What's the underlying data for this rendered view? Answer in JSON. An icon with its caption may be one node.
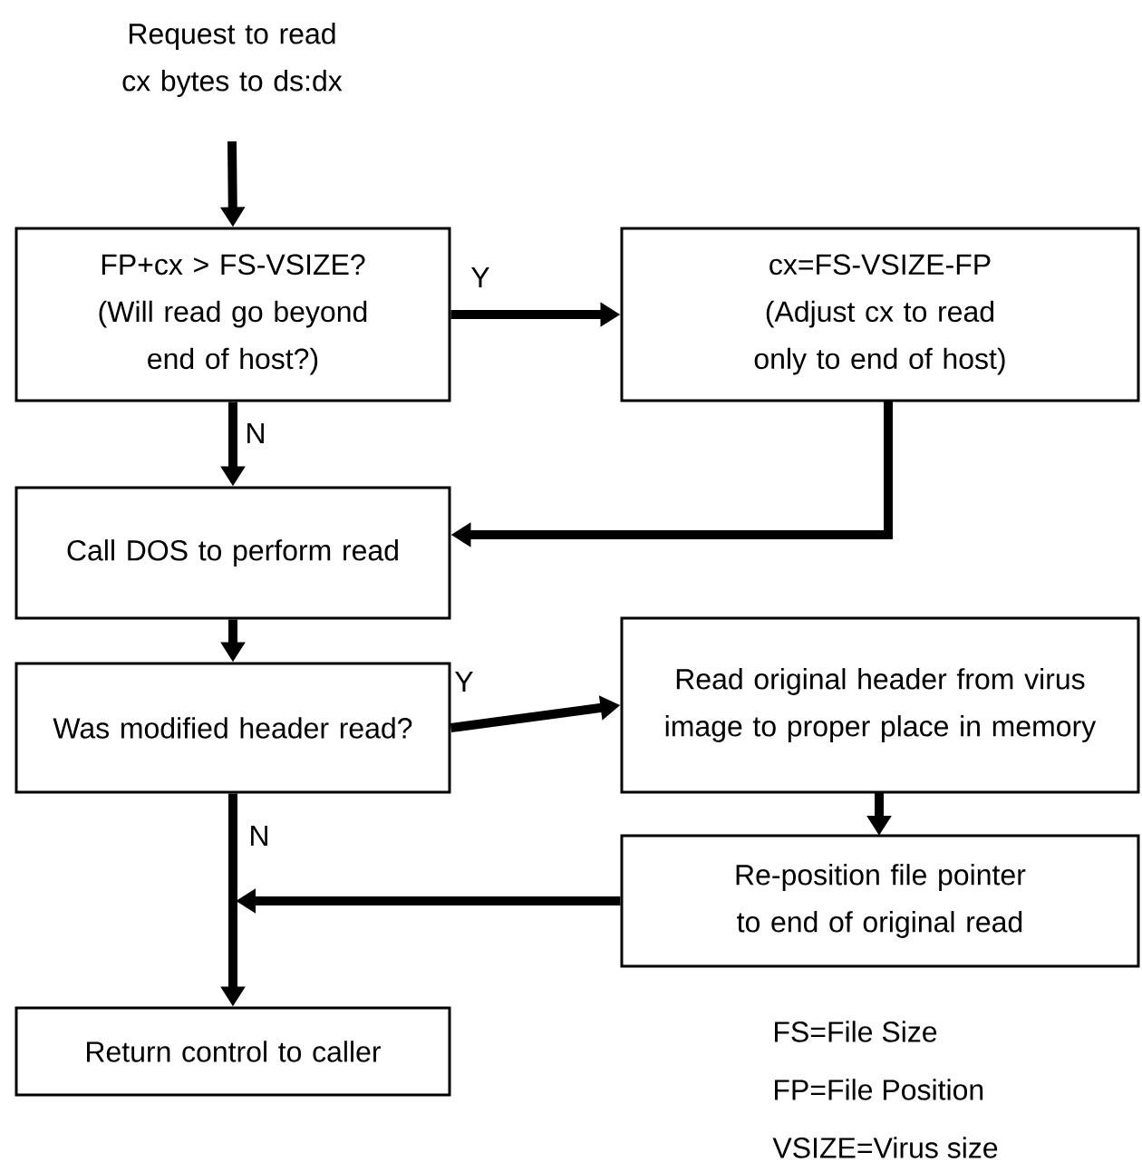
{
  "diagram": {
    "nodes": [
      {
        "text": [
          "Request to read cx bytes to ds:dx"
        ]
      },
      {
        "text": [
          "FP+cx > FS-VSIZE?",
          "(Will read go beyond end of host?)"
        ]
      },
      {
        "text": [
          "cx=FS-VSIZE-FP",
          "(Adjust cx to read only to end of host)"
        ]
      },
      {
        "text": [
          "Call DOS to perform read"
        ]
      },
      {
        "text": [
          "Was modified header read?"
        ]
      },
      {
        "text": [
          "Read original header from virus image to proper place in memory"
        ]
      },
      {
        "text": [
          "Re-position file pointer to end of original read"
        ]
      },
      {
        "text": [
          "Return control to caller"
        ]
      }
    ],
    "edges": [
      {
        "from": 0,
        "to": 1,
        "arrow": "to"
      },
      {
        "from": 1,
        "to": 2,
        "arrow": "to",
        "label": "Y"
      },
      {
        "from": 1,
        "to": 3,
        "arrow": "to",
        "label": "N"
      },
      {
        "from": 2,
        "to": 3,
        "arrow": "to"
      },
      {
        "from": 3,
        "to": 4,
        "arrow": "to"
      },
      {
        "from": 4,
        "to": 5,
        "arrow": "to",
        "label": "Y"
      },
      {
        "from": 4,
        "to": 7,
        "arrow": "to",
        "label": "N"
      },
      {
        "from": 5,
        "to": 6,
        "arrow": "to"
      },
      {
        "from": 6,
        "to": 7,
        "arrow": "to"
      }
    ],
    "labels": [
      "FS=File Size",
      "FP=File Position",
      "VSIZE=Virus size"
    ]
  }
}
